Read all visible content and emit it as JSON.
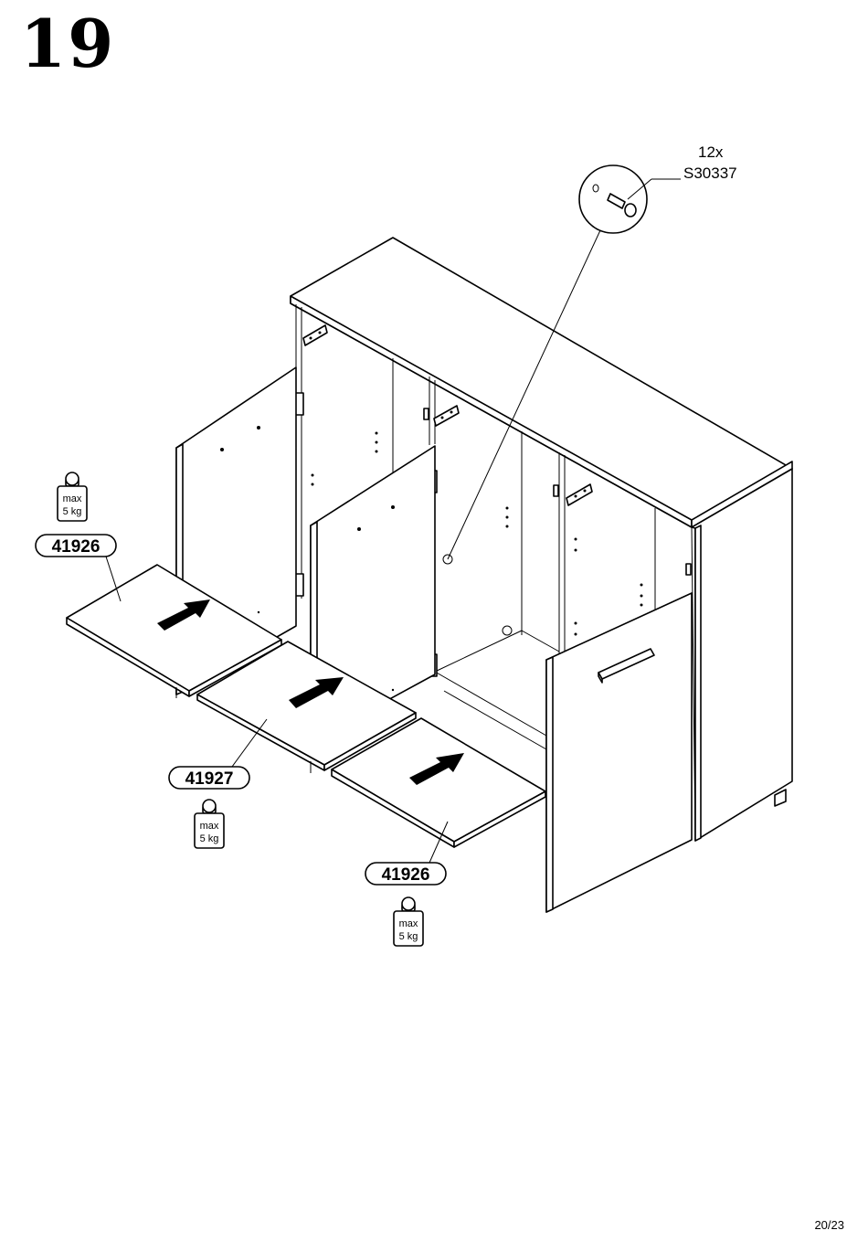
{
  "step": {
    "number": "19"
  },
  "hardware": {
    "quantity": "12x",
    "code": "S30337",
    "icon": "shelf-support-pin-icon"
  },
  "parts": [
    {
      "label": "41926"
    },
    {
      "label": "41927"
    },
    {
      "label": "41926"
    }
  ],
  "weight_limit": {
    "line1": "max",
    "line2": "5 kg",
    "icon": "weight-icon"
  },
  "page": {
    "number": "20/23"
  }
}
